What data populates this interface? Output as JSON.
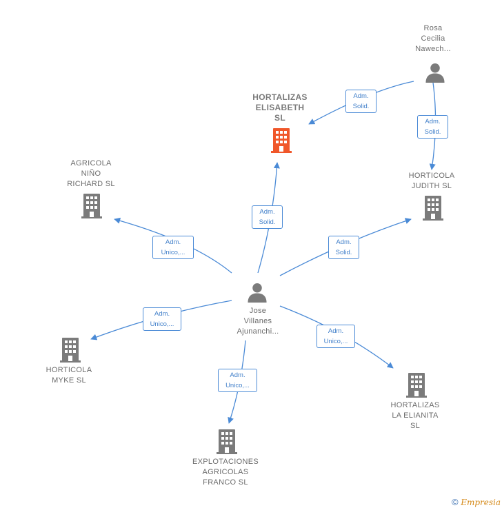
{
  "nodes": {
    "rosa": {
      "lines": [
        "Rosa",
        "Cecilia",
        "Nawech..."
      ],
      "icon": "person-icon"
    },
    "hortalizas_elisabeth": {
      "lines": [
        "HORTALIZAS",
        "ELISABETH",
        "SL"
      ],
      "icon": "building-icon"
    },
    "agricola_nino": {
      "lines": [
        "AGRICOLA",
        "NIÑO",
        "RICHARD SL"
      ],
      "icon": "building-icon"
    },
    "horticola_judith": {
      "lines": [
        "HORTICOLA",
        "JUDITH SL"
      ],
      "icon": "building-icon"
    },
    "jose": {
      "lines": [
        "Jose",
        "Villanes",
        "Ajunanchi..."
      ],
      "icon": "person-icon"
    },
    "horticola_myke": {
      "lines": [
        "HORTICOLA",
        "MYKE SL"
      ],
      "icon": "building-icon"
    },
    "hortalizas_elianita": {
      "lines": [
        "HORTALIZAS",
        "LA ELIANITA",
        "SL"
      ],
      "icon": "building-icon"
    },
    "explotaciones": {
      "lines": [
        "EXPLOTACIONES",
        "AGRICOLAS",
        "FRANCO SL"
      ],
      "icon": "building-icon"
    }
  },
  "edges": {
    "rosa_elisabeth": [
      "Adm.",
      "Solid."
    ],
    "rosa_judith": [
      "Adm.",
      "Solid."
    ],
    "jose_elisabeth": [
      "Adm.",
      "Solid."
    ],
    "jose_nino": [
      "Adm.",
      "Unico,..."
    ],
    "jose_judith": [
      "Adm.",
      "Solid."
    ],
    "jose_myke": [
      "Adm.",
      "Unico,..."
    ],
    "jose_elianita": [
      "Adm.",
      "Unico,..."
    ],
    "jose_explotaciones": [
      "Adm.",
      "Unico,..."
    ]
  },
  "colors": {
    "edge": "#4a8ad6",
    "building": "#7b7b7b",
    "building_highlight": "#f0572a",
    "person": "#7b7b7b"
  },
  "footer": {
    "copyright": "©",
    "brand": "Empresia"
  }
}
